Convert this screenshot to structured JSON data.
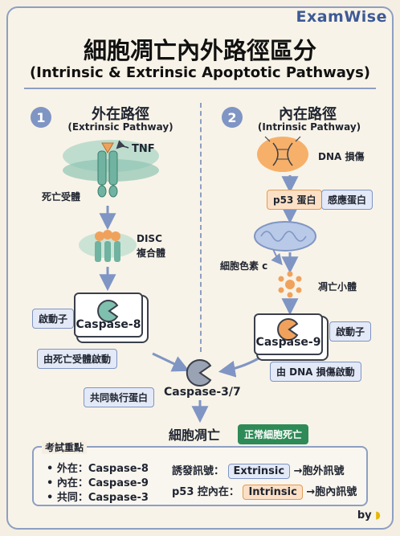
{
  "brand": "ExamWise",
  "title": "細胞凋亡內外路徑區分",
  "subtitle": "(Intrinsic & Extrinsic Apoptotic Pathways)",
  "extrinsic": {
    "number": "1",
    "title": "外在路徑",
    "subtitle": "(Extrinsic Pathway)",
    "tnf_label": "TNF",
    "receptor_label": "死亡受體",
    "disc_label_1": "DISC",
    "disc_label_2": "複合體",
    "initiator_tag": "啟動子",
    "caspase_label": "Caspase-8",
    "activation_tag": "由死亡受體啟動"
  },
  "intrinsic": {
    "number": "2",
    "title": "內在路徑",
    "subtitle": "(Intrinsic Pathway)",
    "dna_label": "DNA 損傷",
    "p53_tag": "p53 蛋白",
    "sensor_tag": "感應蛋白",
    "cyto_label": "細胞色素 c",
    "apoptosome_label": "凋亡小體",
    "initiator_tag": "啟動子",
    "caspase_label": "Caspase-9",
    "activation_tag": "由 DNA 損傷啟動"
  },
  "common": {
    "executor_tag": "共同執行蛋白",
    "caspase_label": "Caspase-3/7",
    "outcome_label": "細胞凋亡",
    "outcome_badge": "正常細胞死亡"
  },
  "exam_box": {
    "title": "考試重點",
    "points": [
      "• 外在：Caspase-8",
      "• 內在：Caspase-9",
      "• 共同：Caspase-3"
    ],
    "trigger_label": "誘發訊號：",
    "trigger_pill": "Extrinsic",
    "trigger_result": "→胞外訊號",
    "p53_label": "p53 控內在：",
    "p53_pill": "Intrinsic",
    "p53_result": "→胞內訊號"
  },
  "byline": "by",
  "colors": {
    "accent_blue": "#7f95c4",
    "orange": "#e39b56",
    "green": "#2e8b57",
    "teal": "#7fbfae"
  }
}
